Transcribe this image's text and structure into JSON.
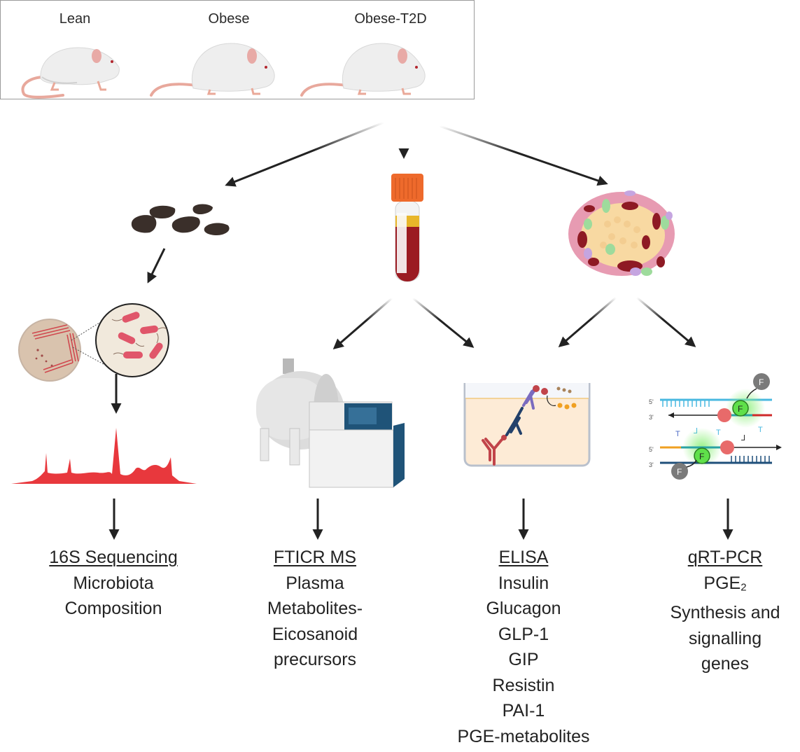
{
  "groups": [
    {
      "label": "Lean"
    },
    {
      "label": "Obese"
    },
    {
      "label": "Obese-T2D"
    }
  ],
  "samples": [
    {
      "name": "feces",
      "icon": "feces-pellets-icon"
    },
    {
      "name": "blood",
      "icon": "blood-tube-icon"
    },
    {
      "name": "pancreatic-islet",
      "icon": "islet-tissue-icon"
    }
  ],
  "methods": [
    {
      "title": "16S Sequencing",
      "lines": [
        "Microbiota",
        "Composition"
      ],
      "icon": "sequencing-chromatogram-icon"
    },
    {
      "title": "FTICR MS",
      "lines": [
        "Plasma",
        "Metabolites-",
        "Eicosanoid",
        "precursors"
      ],
      "icon": "mass-spectrometer-icon"
    },
    {
      "title": "ELISA",
      "lines": [
        "Insulin",
        "Glucagon",
        "GLP-1",
        "GIP",
        "Resistin",
        "PAI-1",
        "PGE-metabolites"
      ],
      "icon": "elisa-well-icon"
    },
    {
      "title": "qRT-PCR",
      "lines_rich": {
        "pge_base": "PGE",
        "pge_sub": "2"
      },
      "lines": [
        "Synthesis and",
        "signalling",
        "genes"
      ],
      "icon": "qpcr-probe-icon"
    }
  ],
  "pcr_labels": {
    "five_prime": "5'",
    "three_prime": "3'",
    "fluor": "F"
  },
  "colors": {
    "arrow": "#222222",
    "chromatogram": "#e8383d",
    "blood": "#9b1b22",
    "plasma": "#e8b62a",
    "cap": "#ee6a2c",
    "elisa_fill": "#fdebd6",
    "ms_blue": "#1f5378",
    "fluor_green": "#5fe04a"
  }
}
